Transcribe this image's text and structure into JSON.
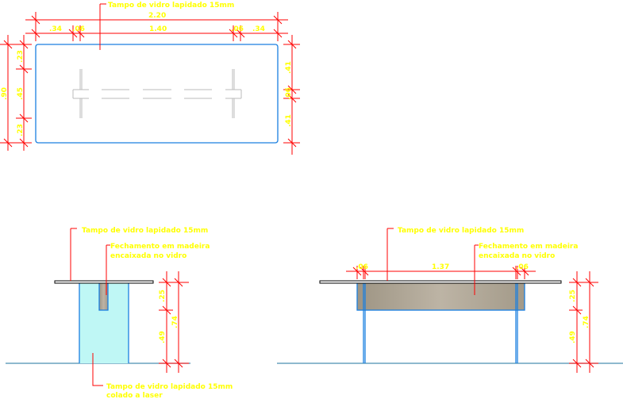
{
  "plan_view": {
    "label_top_glass": "Tampo de vidro lapidado 15mm",
    "dim_total_width": "2.20",
    "dim_left_overhang": ".34",
    "dim_left_leg": ".06",
    "dim_between_legs": "1.40",
    "dim_right_leg": ".06",
    "dim_right_overhang": ".34",
    "dim_total_depth": ".90",
    "dim_left_top": ".23",
    "dim_left_mid": ".45",
    "dim_left_bottom": ".23",
    "dim_right_top": ".41",
    "dim_right_mid": ".06",
    "dim_right_bottom": ".41"
  },
  "side_view": {
    "label_top_glass": "Tampo de vidro lapidado 15mm",
    "label_wood_line1": "Fechamento em madeira",
    "label_wood_line2": "encaixada no vidro",
    "label_leg_line1": "Tampo de vidro lapidado 15mm",
    "label_leg_line2": "colado a laser",
    "dim_upper": ".25",
    "dim_lower": ".49",
    "dim_total_height": ".74"
  },
  "front_view": {
    "label_top_glass": "Tampo de vidro lapidado 15mm",
    "label_wood_line1": "Fechamento em madeira",
    "label_wood_line2": "encaixada no vidro",
    "dim_left_leg": ".06",
    "dim_between": "1.37",
    "dim_right_leg": ".06",
    "dim_upper": ".25",
    "dim_lower": ".49",
    "dim_total_height": ".74"
  },
  "colors": {
    "dimension": "#ff0000",
    "text": "#ffff00",
    "glass_outline": "#1a7fe0",
    "glass_fill": "#bff7f5",
    "wood_fill": "#b0a797",
    "ground": "#4a8fb0"
  }
}
